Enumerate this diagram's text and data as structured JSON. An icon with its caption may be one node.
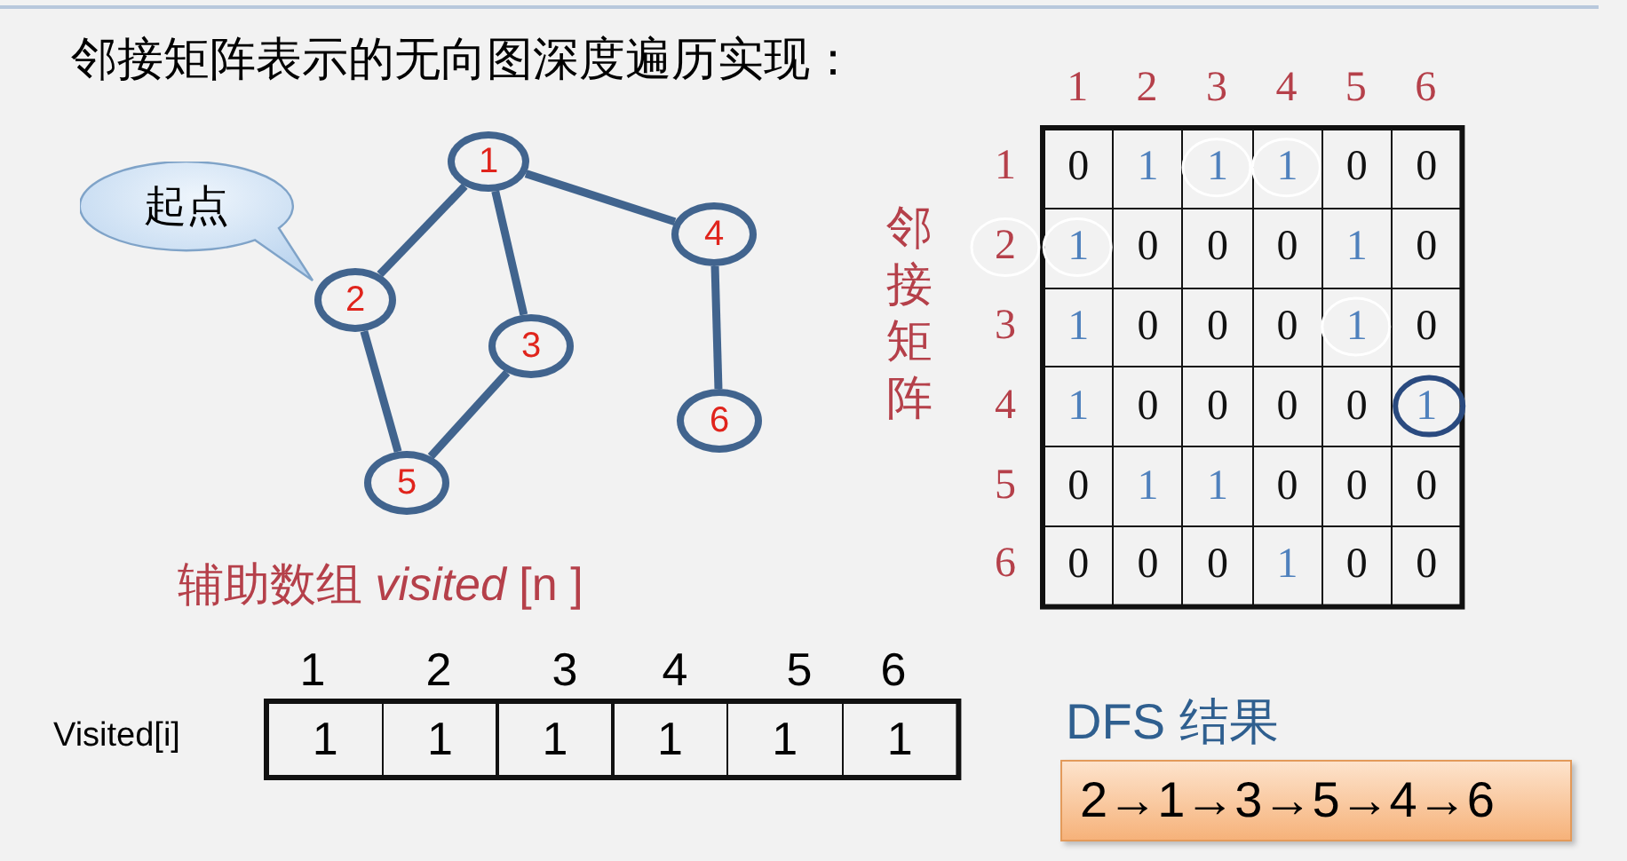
{
  "diagram": {
    "title": "邻接矩阵表示的无向图深度遍历实现：",
    "nodes": [
      {
        "text": [
          "1"
        ]
      },
      {
        "text": [
          "2"
        ]
      },
      {
        "text": [
          "3"
        ]
      },
      {
        "text": [
          "4"
        ]
      },
      {
        "text": [
          "5"
        ]
      },
      {
        "text": [
          "6"
        ]
      },
      {
        "text": [
          "起点"
        ]
      },
      {
        "text": [
          "2→1→3→5→4→6"
        ],
        "beside": [
          "DFS 结果"
        ]
      }
    ],
    "edges": [
      {
        "from": 0,
        "to": 1,
        "arrow": "none"
      },
      {
        "from": 0,
        "to": 2,
        "arrow": "none"
      },
      {
        "from": 0,
        "to": 3,
        "arrow": "none"
      },
      {
        "from": 1,
        "to": 4,
        "arrow": "none"
      },
      {
        "from": 2,
        "to": 4,
        "arrow": "none"
      },
      {
        "from": 3,
        "to": 5,
        "arrow": "none"
      }
    ],
    "labels": [
      "1",
      "2",
      "3",
      "4",
      "5",
      "6",
      "邻接矩阵",
      "1",
      "0",
      "1",
      "1",
      "1",
      "0",
      "0",
      "2",
      "1",
      "0",
      "0",
      "0",
      "1",
      "0",
      "3",
      "1",
      "0",
      "0",
      "0",
      "1",
      "0",
      "4",
      "1",
      "0",
      "0",
      "0",
      "0",
      "1",
      "5",
      "0",
      "1",
      "1",
      "0",
      "0",
      "0",
      "6",
      "0",
      "0",
      "0",
      "1",
      "0",
      "0",
      "辅助数组 *visited* [n ]",
      "1",
      "2",
      "3",
      "4",
      "5",
      "6",
      "Visited[i]",
      "1",
      "1",
      "1",
      "1",
      "1",
      "1"
    ]
  }
}
